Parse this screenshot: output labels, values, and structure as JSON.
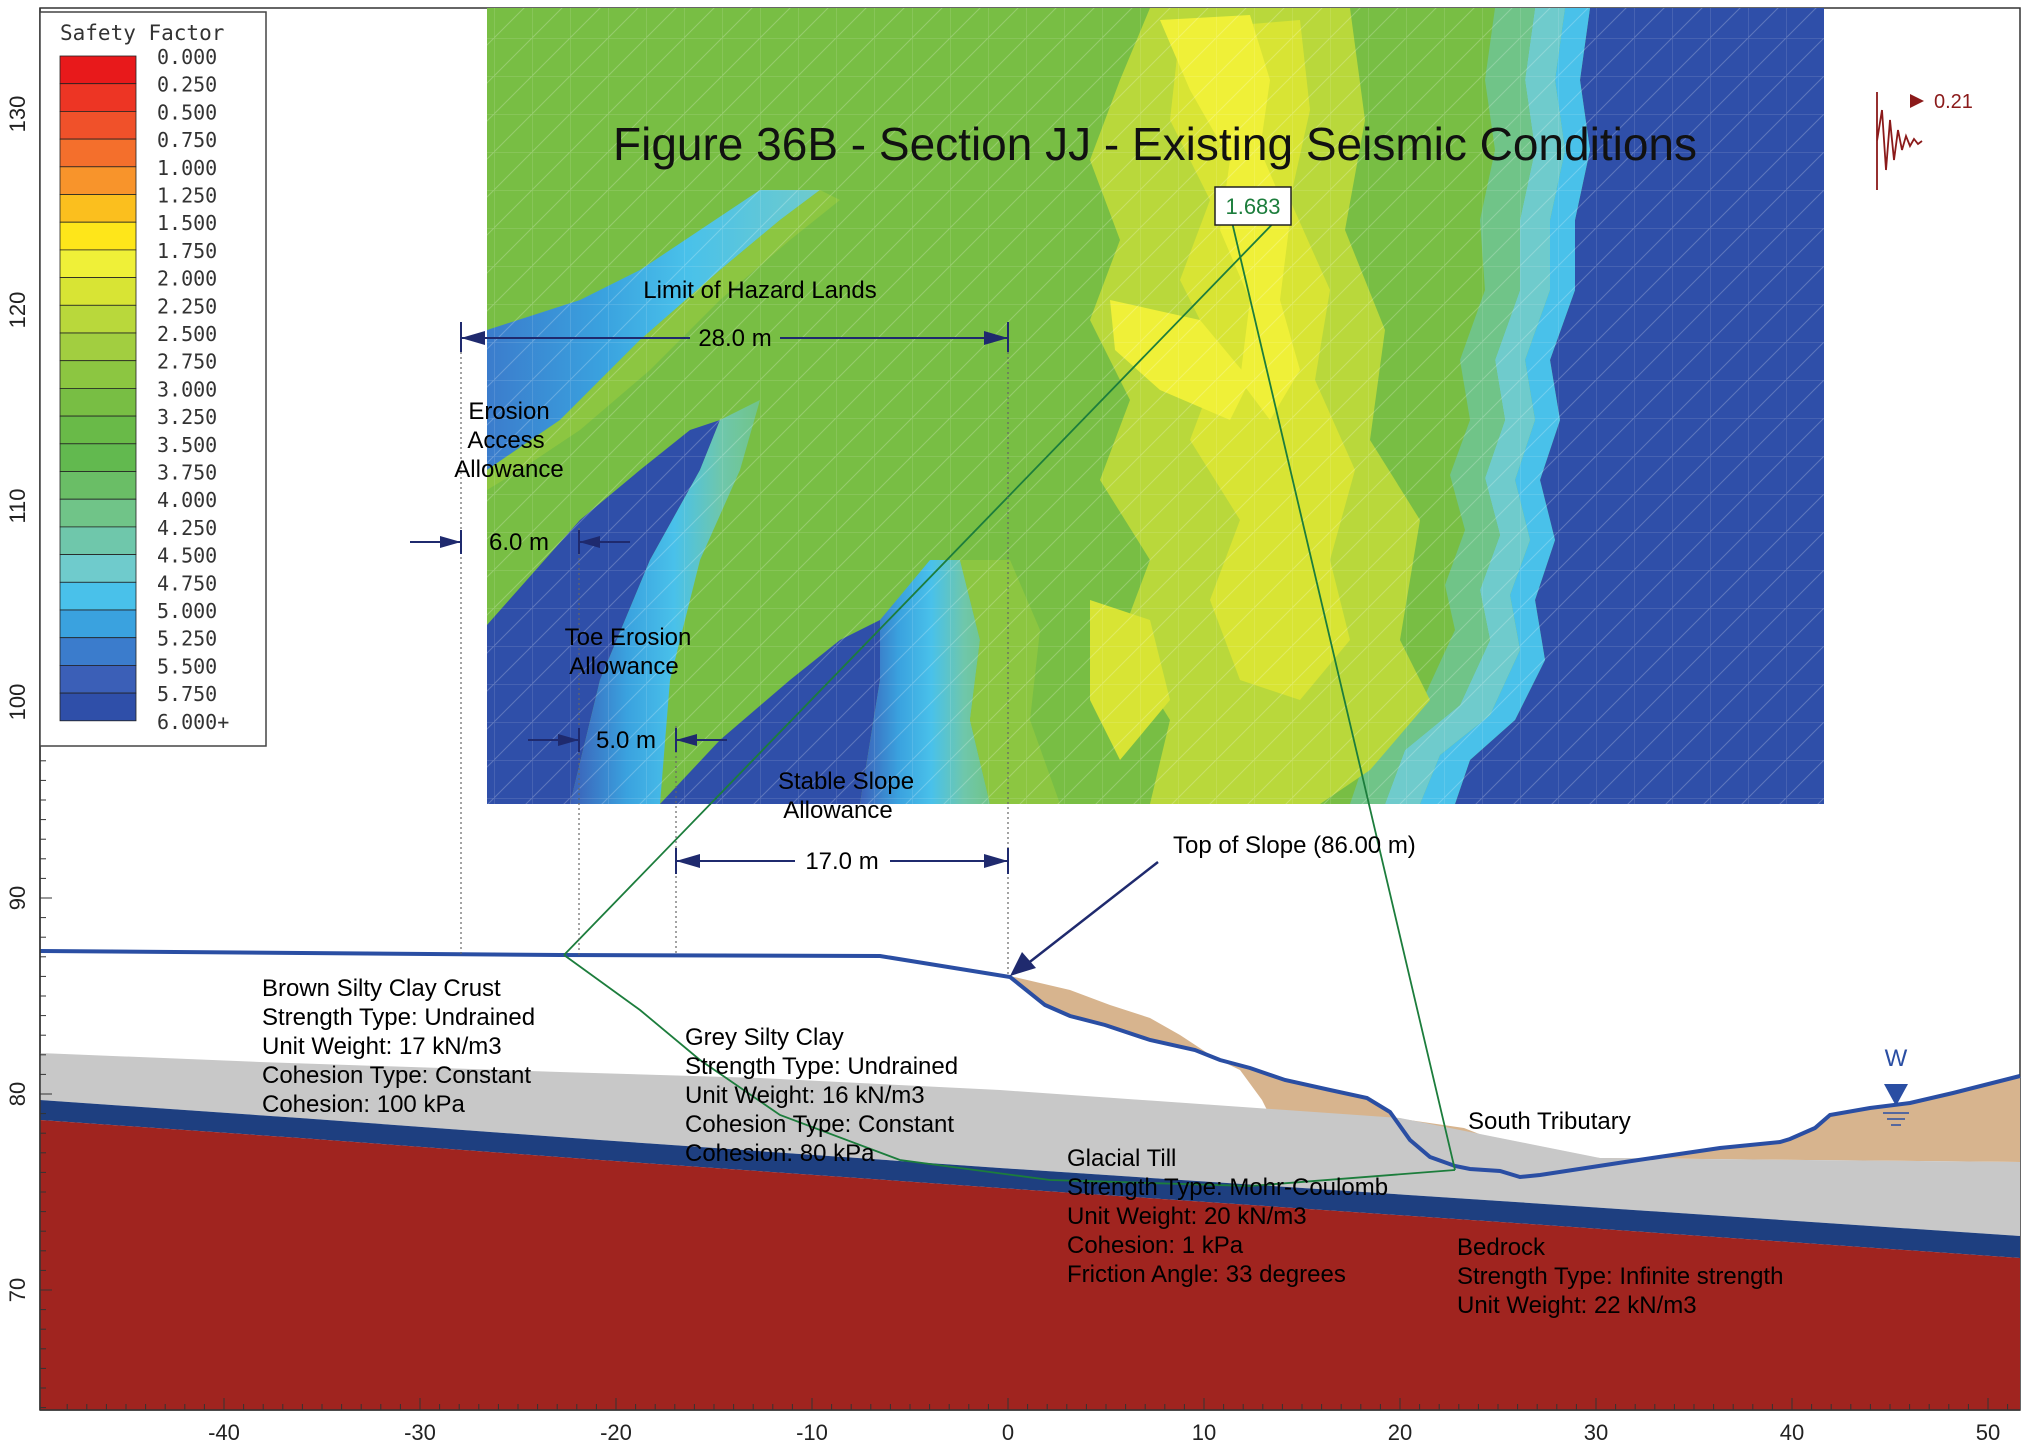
{
  "figure": {
    "title": "Figure 36B - Section JJ - Existing Seismic Conditions",
    "critical_fs": "1.683",
    "seismic_coefficient": "0.21"
  },
  "legend": {
    "title": "Safety Factor",
    "entries": [
      {
        "label": "0.000",
        "color": "#e8191b"
      },
      {
        "label": "0.250",
        "color": "#ed3524"
      },
      {
        "label": "0.500",
        "color": "#f0512a"
      },
      {
        "label": "0.750",
        "color": "#f46f2c"
      },
      {
        "label": "1.000",
        "color": "#f8942b"
      },
      {
        "label": "1.250",
        "color": "#fbbf1e"
      },
      {
        "label": "1.500",
        "color": "#fee61a"
      },
      {
        "label": "1.750",
        "color": "#eff038"
      },
      {
        "label": "2.000",
        "color": "#d8e434"
      },
      {
        "label": "2.250",
        "color": "#b9d83b"
      },
      {
        "label": "2.500",
        "color": "#a2ce40"
      },
      {
        "label": "2.750",
        "color": "#8cc641"
      },
      {
        "label": "3.000",
        "color": "#78be44"
      },
      {
        "label": "3.250",
        "color": "#69ba48"
      },
      {
        "label": "3.500",
        "color": "#62b94f"
      },
      {
        "label": "3.750",
        "color": "#6abe66"
      },
      {
        "label": "4.000",
        "color": "#70c488"
      },
      {
        "label": "4.250",
        "color": "#6fc7ab"
      },
      {
        "label": "4.500",
        "color": "#6fcbcc"
      },
      {
        "label": "4.750",
        "color": "#49c1ea"
      },
      {
        "label": "5.000",
        "color": "#3aa2df"
      },
      {
        "label": "5.250",
        "color": "#3b7ccc"
      },
      {
        "label": "5.500",
        "color": "#3b5fb7"
      },
      {
        "label": "5.750",
        "color": "#2f4fa9"
      },
      {
        "label": "6.000+",
        "color": null
      }
    ]
  },
  "axes": {
    "x_ticks": [
      "-40",
      "-30",
      "-20",
      "-10",
      "0",
      "10",
      "20",
      "30",
      "40",
      "50"
    ],
    "y_ticks": [
      "70",
      "80",
      "90",
      "100",
      "110",
      "120",
      "130"
    ]
  },
  "dimensions": {
    "hazard_label": "Limit of Hazard Lands",
    "hazard_value": "28.0 m",
    "erosion_access_lines": [
      "Erosion",
      "Access",
      "Allowance"
    ],
    "erosion_access_value": "6.0 m",
    "toe_erosion_lines": [
      "Toe Erosion",
      "Allowance"
    ],
    "toe_erosion_value": "5.0 m",
    "stable_slope_lines": [
      "Stable Slope",
      "Allowance"
    ],
    "stable_slope_value": "17.0 m",
    "top_of_slope": "Top of Slope (86.00 m)"
  },
  "materials": {
    "brown_clay": [
      "Brown Silty Clay Crust",
      "Strength Type: Undrained",
      "Unit Weight: 17 kN/m3",
      "Cohesion Type: Constant",
      "Cohesion: 100 kPa"
    ],
    "grey_clay": [
      "Grey Silty Clay",
      "Strength Type: Undrained",
      "Unit Weight: 16 kN/m3",
      "Cohesion Type: Constant",
      "Cohesion: 80 kPa"
    ],
    "glacial_till": [
      "Glacial Till",
      "Strength Type: Mohr-Coulomb",
      "Unit Weight: 20 kN/m3",
      "Cohesion: 1 kPa",
      "Friction Angle: 33 degrees"
    ],
    "bedrock": [
      "Bedrock",
      "Strength Type: Infinite strength",
      "Unit Weight: 22 kN/m3"
    ]
  },
  "labels": {
    "tributary": "South Tributary",
    "water": "W"
  },
  "colors": {
    "brown_clay": "#d7b48e",
    "grey_clay": "#c8c8c8",
    "glacial_till": "#1e3f80",
    "bedrock": "#a0241f",
    "dimension": "#1f2a6e",
    "slip": "#1c7d3c",
    "seismic": "#8b1a1a",
    "contour_dark": "#2f4fa9"
  }
}
